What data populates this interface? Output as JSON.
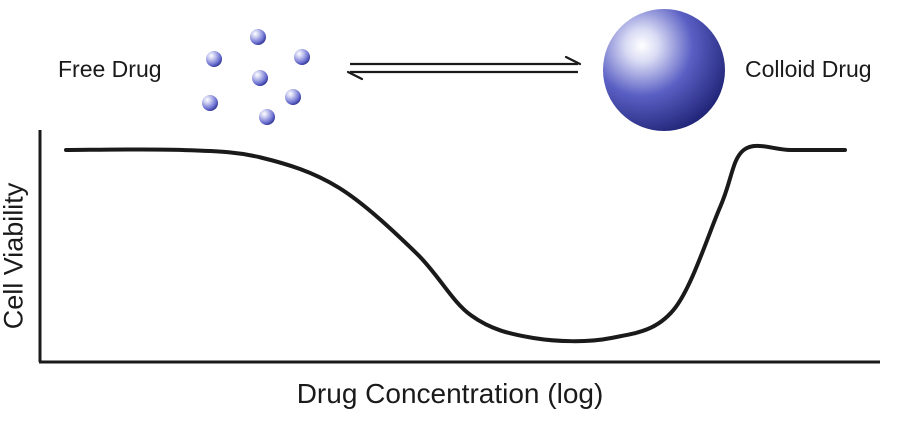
{
  "diagram": {
    "free_drug_label": "Free Drug",
    "colloid_drug_label": "Colloid Drug"
  },
  "chart_data": {
    "type": "line",
    "xlabel": "Drug Concentration (log)",
    "ylabel": "Cell Viability",
    "x_scale": "log",
    "grid": false,
    "legend": "none",
    "curve_color": "#1a1a1a",
    "sphere_color": "#3a3f9e",
    "series": [
      {
        "x": [
          0,
          0.15,
          0.25,
          0.35,
          0.45,
          0.52,
          0.6,
          0.7,
          0.78,
          0.84,
          0.87,
          0.93,
          1
        ],
        "y": [
          1,
          1,
          0.96,
          0.8,
          0.45,
          0.12,
          0,
          0,
          0.15,
          0.7,
          1,
          1,
          1
        ]
      }
    ]
  }
}
